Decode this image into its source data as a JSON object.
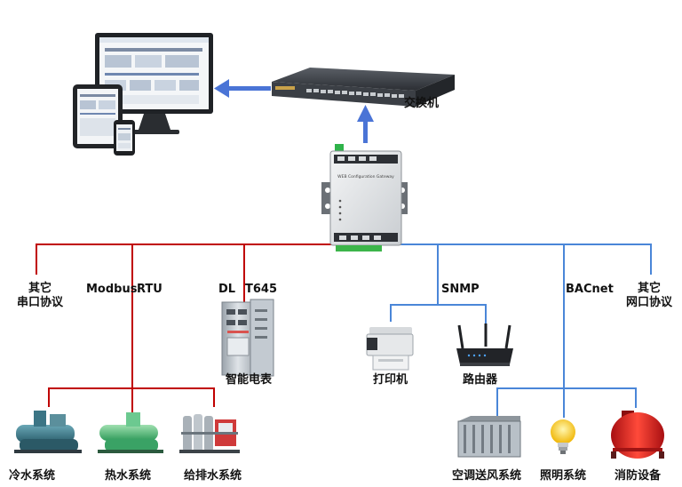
{
  "colors": {
    "serial_bus": "#c00000",
    "network_bus": "#4a86d8",
    "arrow": "#4a74d6"
  },
  "labels": {
    "switch": "交换机",
    "other_serial_line1": "其它",
    "other_serial_line2": "串口协议",
    "modbus": "Modbus",
    "rtu": "RTU",
    "dl": "DL",
    "t645": "T645",
    "smart_meter": "智能电表",
    "snmp": "SNMP",
    "bacnet": "BACnet",
    "other_net_line1": "其它",
    "other_net_line2": "网口协议",
    "printer": "打印机",
    "router": "路由器",
    "chiller": "冷水系统",
    "hot_water": "热水系统",
    "water_supply": "给排水系统",
    "ahu": "空调送风系统",
    "lighting": "照明系统",
    "fire": "消防设备"
  },
  "gateway_text": "WEB Configuration Gateway"
}
